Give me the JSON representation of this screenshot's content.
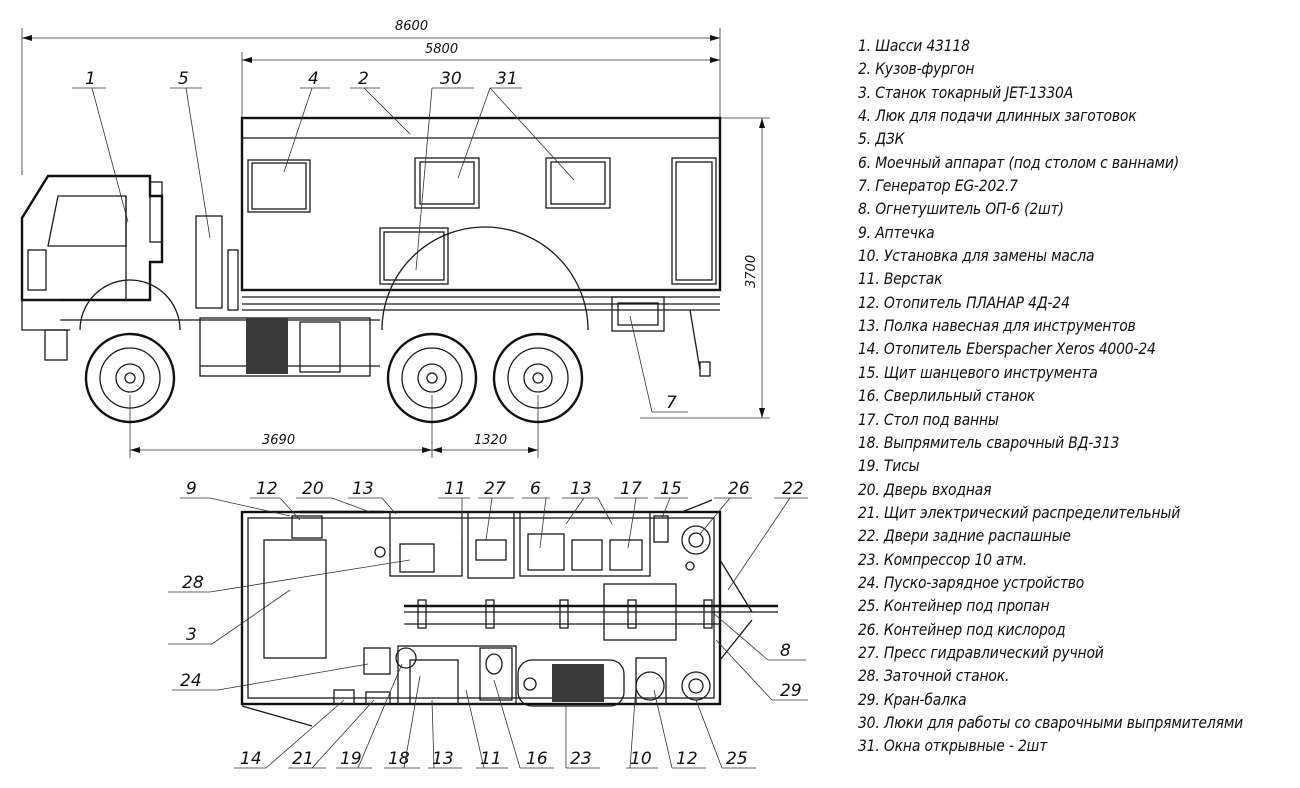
{
  "dimensions": {
    "total_length": "8600",
    "body_length": "5800",
    "height": "3700",
    "wheelbase_front": "3690",
    "wheelbase_rear": "1320"
  },
  "side_callouts": [
    "1",
    "5",
    "4",
    "2",
    "30",
    "31",
    "7"
  ],
  "plan_callouts_top": [
    "9",
    "12",
    "20",
    "13",
    "11",
    "27",
    "6",
    "13",
    "17",
    "15",
    "26",
    "22"
  ],
  "plan_callouts_left": [
    "28",
    "3",
    "24"
  ],
  "plan_callouts_right": [
    "8",
    "29"
  ],
  "plan_callouts_bottom": [
    "14",
    "21",
    "19",
    "18",
    "13",
    "11",
    "16",
    "23",
    "10",
    "12",
    "25"
  ],
  "legend": [
    "1. Шасси 43118",
    "2. Кузов-фургон",
    "3. Станок токарный JET-1330A",
    "4. Люк для подачи длинных заготовок",
    "5. ДЗК",
    "6. Моечный аппарат (под столом с ваннами)",
    "7. Генератор EG-202.7",
    "8. Огнетушитель ОП-6 (2шт)",
    "9. Аптечка",
    "10. Установка для замены масла",
    "11. Верстак",
    "12. Отопитель ПЛАНАР 4Д-24",
    "13. Полка навесная для инструментов",
    "14. Отопитель Eberspacher Xeros 4000-24",
    "15. Щит шанцевого инструмента",
    "16. Сверлильный станок",
    "17. Стол под ванны",
    "18. Выпрямитель сварочный ВД-313",
    "19. Тисы",
    "20. Дверь входная",
    "21. Щит электрический распределительный",
    "22. Двери задние распашные",
    "23. Компрессор 10 атм.",
    "24. Пуско-зарядное устройство",
    "25. Контейнер под пропан",
    "26. Контейнер под кислород",
    "27. Пресс гидравлический ручной",
    "28. Заточной станок.",
    "29. Кран-балка",
    "30. Люки для работы со сварочными выпрямителями",
    "31. Окна открывные - 2шт"
  ]
}
